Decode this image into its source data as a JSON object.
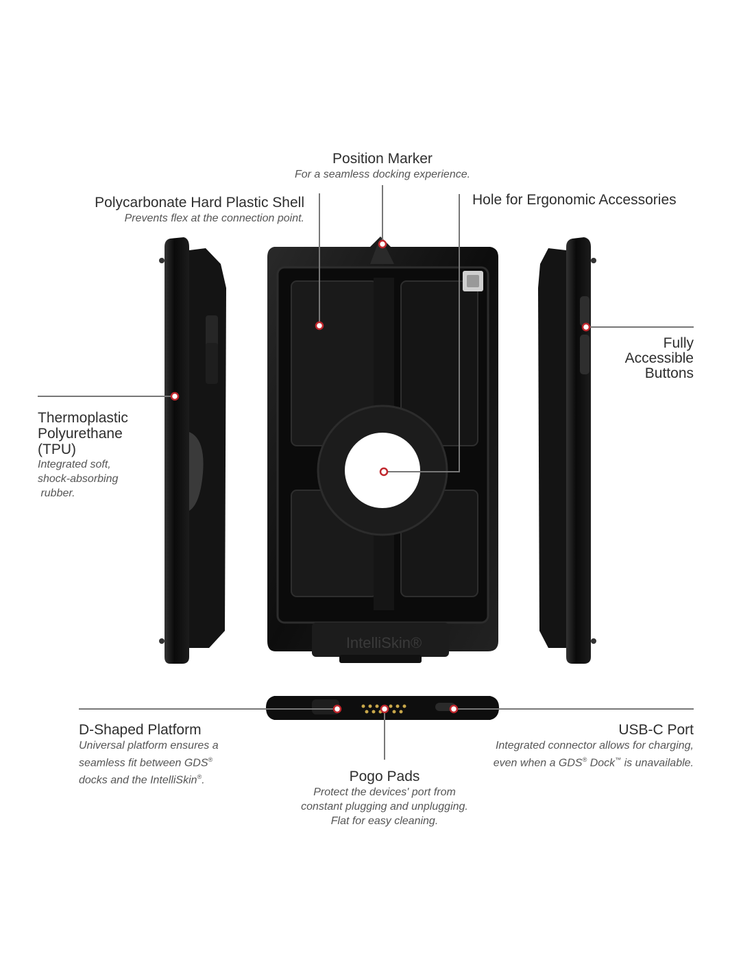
{
  "callouts": {
    "position_marker": {
      "title": "Position Marker",
      "desc": "For a seamless docking experience."
    },
    "polycarbonate": {
      "title": "Polycarbonate Hard Plastic Shell",
      "desc": "Prevents flex at the connection point."
    },
    "hole": {
      "title": "Hole for Ergonomic Accessories"
    },
    "buttons": {
      "title_lines": [
        "Fully",
        "Accessible",
        "Buttons"
      ]
    },
    "tpu": {
      "title_lines": [
        "Thermoplastic",
        "Polyurethane",
        "(TPU)"
      ],
      "desc_lines": [
        "Integrated soft,",
        "shock-absorbing",
        " rubber."
      ]
    },
    "d_shaped": {
      "title": "D-Shaped Platform",
      "desc_lines": [
        "Universal platform ensures a",
        "seamless fit between GDS",
        "docks and the IntelliSkin"
      ]
    },
    "usbc": {
      "title": "USB-C Port",
      "desc_lines": [
        "Integrated connector allows for charging,",
        "even when a GDS",
        " Dock",
        " is unavailable."
      ]
    },
    "pogo": {
      "title": "Pogo Pads",
      "desc_lines": [
        "Protect the devices' port from",
        "constant plugging and unplugging.",
        "Flat for easy cleaning."
      ]
    }
  },
  "product": {
    "brand_mark": "IntelliSkin®"
  },
  "colors": {
    "marker": "#c0272d",
    "line": "#777777",
    "case": "#111111"
  }
}
